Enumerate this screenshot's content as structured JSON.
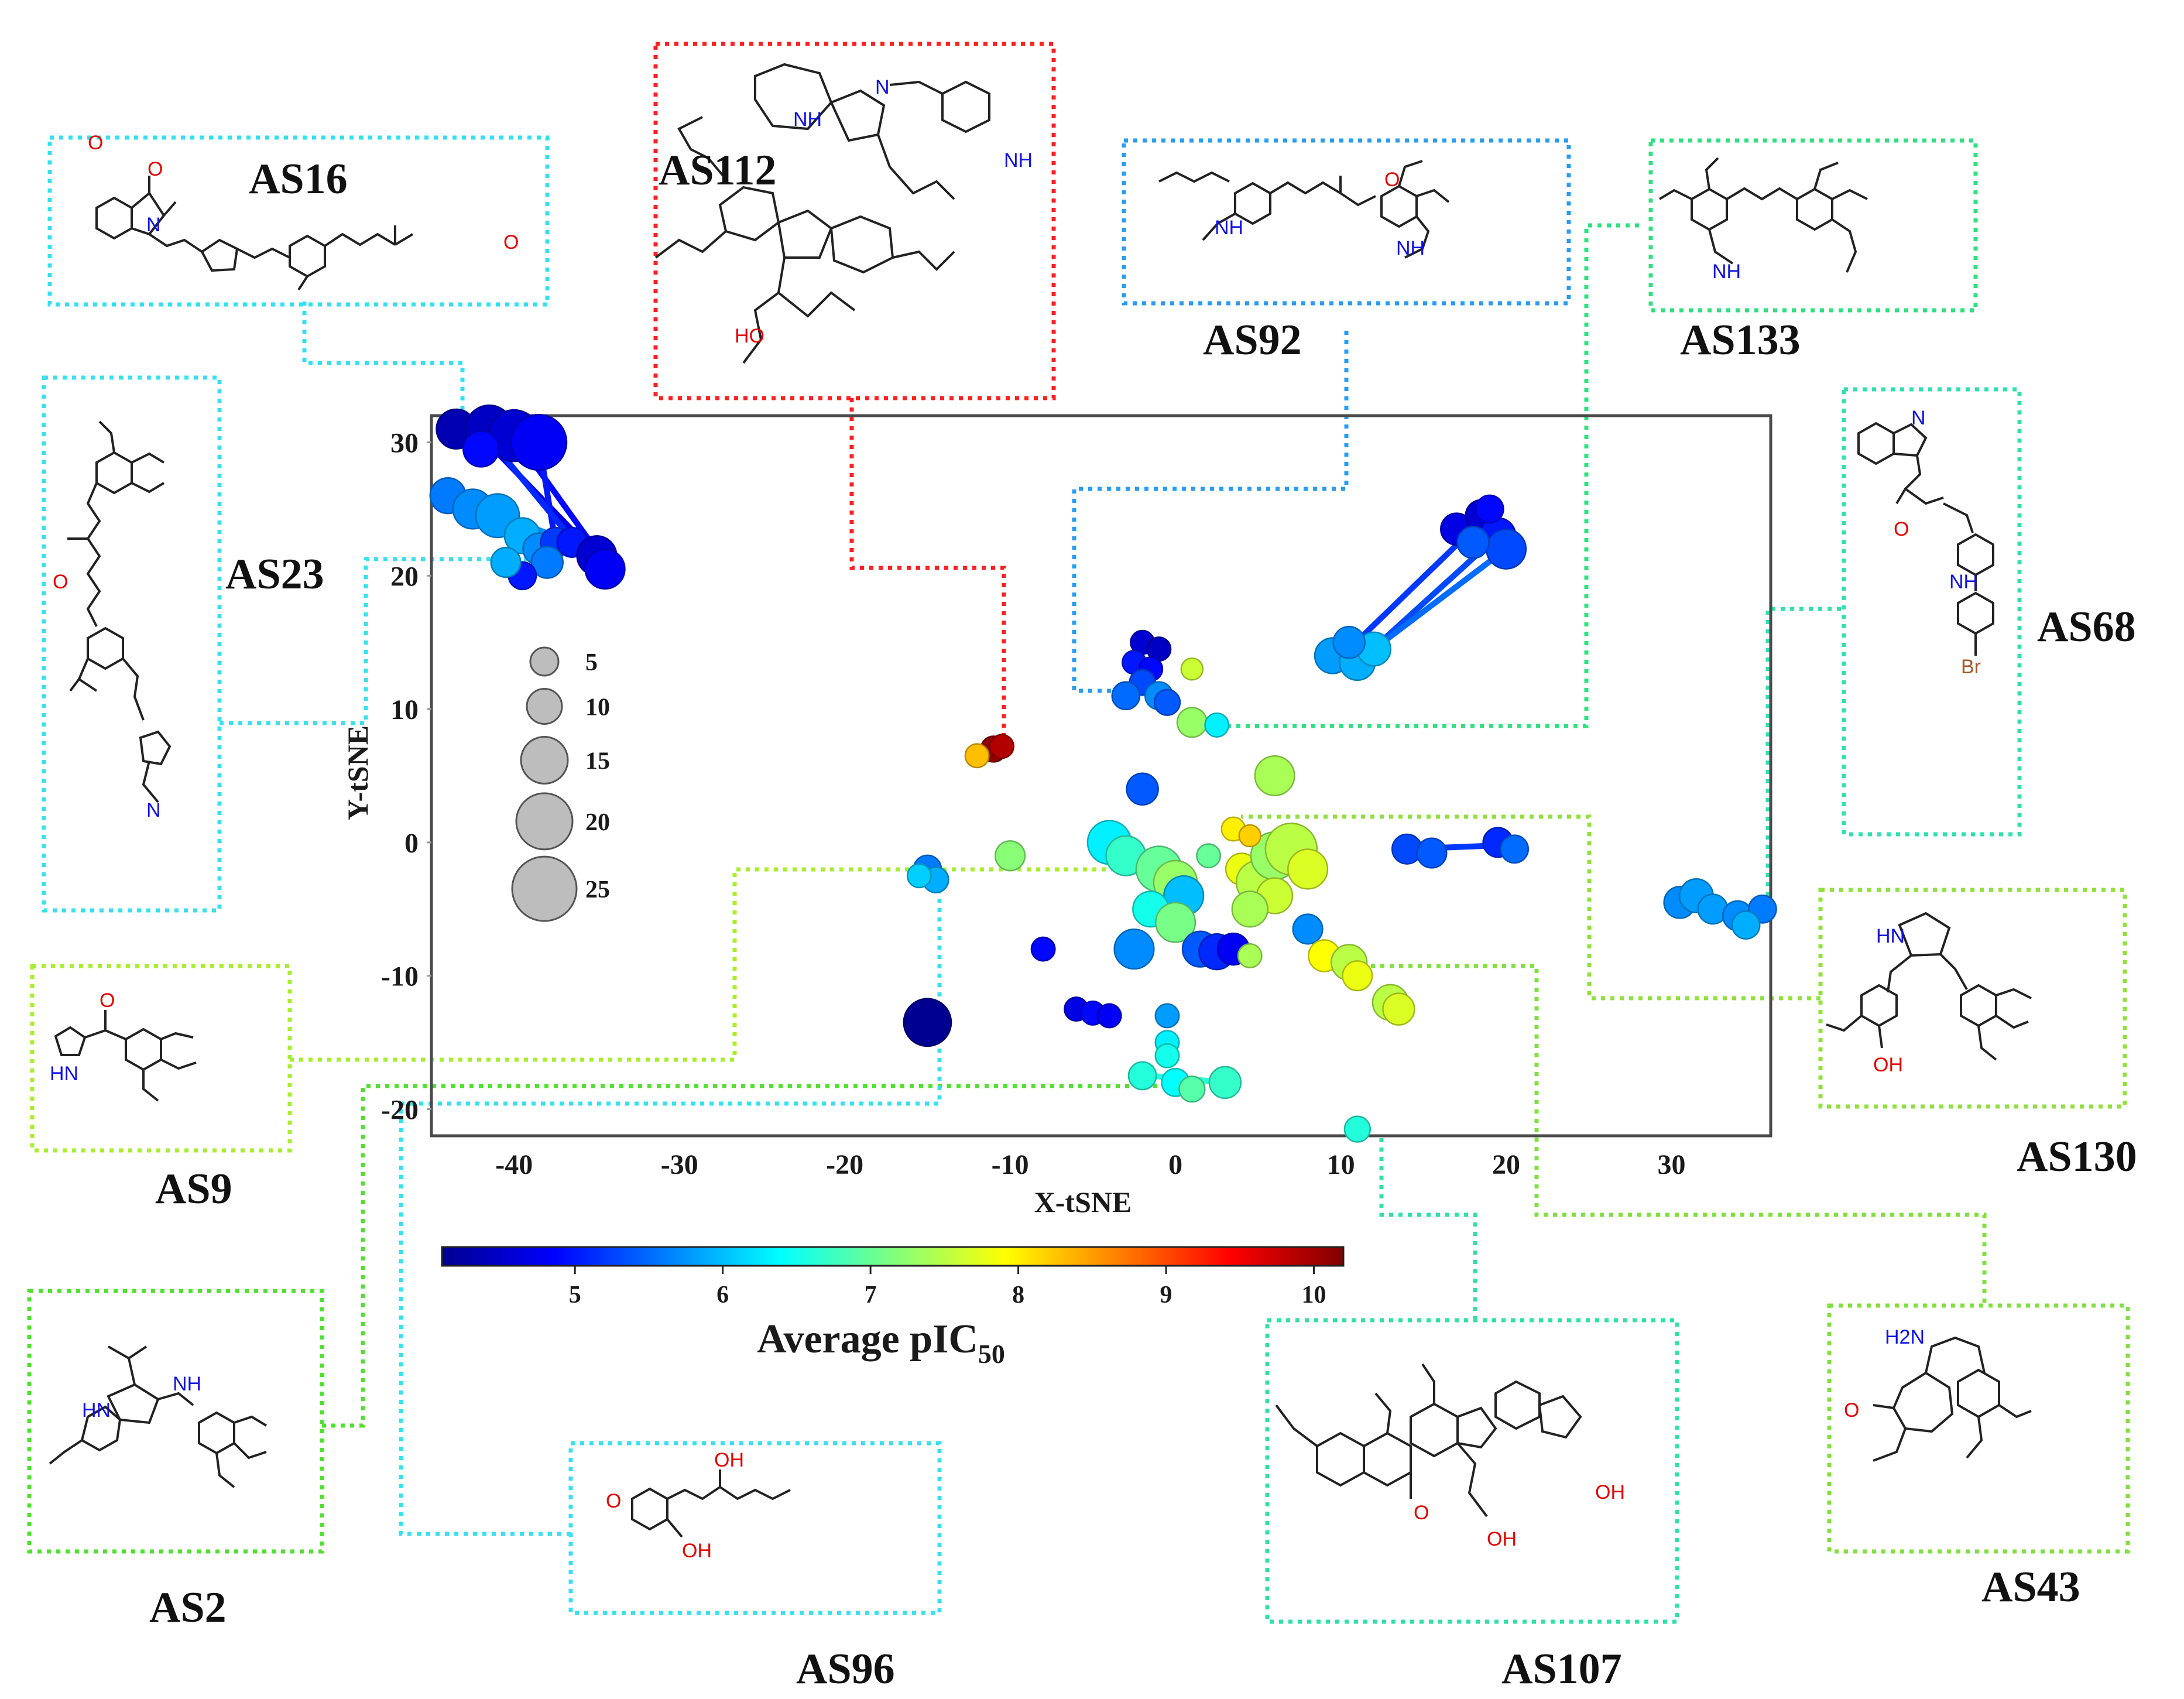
{
  "chart_data": {
    "type": "scatter",
    "xlabel": "X-tSNE",
    "ylabel": "Y-tSNE",
    "xlim": [
      -45,
      36
    ],
    "ylim": [
      -22,
      32
    ],
    "x_ticks": [
      -40,
      -30,
      -20,
      -10,
      0,
      10,
      20,
      30
    ],
    "y_ticks": [
      30,
      20,
      10,
      0,
      -10,
      -20
    ],
    "size_legend": {
      "values": [
        5,
        10,
        15,
        20,
        25
      ]
    },
    "colorbar": {
      "label": "Average pIC",
      "label_sub": "50",
      "range": [
        4.1,
        10.2
      ],
      "ticks": [
        5,
        6,
        7,
        8,
        9,
        10
      ],
      "colormap": "jet"
    },
    "points": [
      {
        "x": -43.5,
        "y": 31,
        "s": 14,
        "c": 4.4
      },
      {
        "x": -41.5,
        "y": 31,
        "s": 18,
        "c": 4.5
      },
      {
        "x": -40,
        "y": 30.5,
        "s": 20,
        "c": 4.6
      },
      {
        "x": -38.5,
        "y": 30,
        "s": 22,
        "c": 4.8
      },
      {
        "x": -42,
        "y": 29.5,
        "s": 12,
        "c": 4.9
      },
      {
        "x": -44,
        "y": 26,
        "s": 12,
        "c": 5.6
      },
      {
        "x": -42.5,
        "y": 25,
        "s": 14,
        "c": 5.7
      },
      {
        "x": -41,
        "y": 24.5,
        "s": 16,
        "c": 5.8
      },
      {
        "x": -39.5,
        "y": 23,
        "s": 12,
        "c": 5.9
      },
      {
        "x": -38.5,
        "y": 22,
        "s": 10,
        "c": 5.7
      },
      {
        "x": -37.5,
        "y": 22.5,
        "s": 9,
        "c": 5.2
      },
      {
        "x": -36.5,
        "y": 22.5,
        "s": 9,
        "c": 5.0
      },
      {
        "x": -35,
        "y": 21.5,
        "s": 14,
        "c": 4.6
      },
      {
        "x": -34.5,
        "y": 20.5,
        "s": 14,
        "c": 4.8
      },
      {
        "x": -38,
        "y": 21,
        "s": 10,
        "c": 5.6
      },
      {
        "x": -39.5,
        "y": 20,
        "s": 8,
        "c": 5.0
      },
      {
        "x": -40.5,
        "y": 21,
        "s": 9,
        "c": 5.9
      },
      {
        "x": -11,
        "y": 7,
        "s": 7,
        "c": 10.1
      },
      {
        "x": -10.5,
        "y": 7.2,
        "s": 6,
        "c": 9.9
      },
      {
        "x": -12,
        "y": 6.5,
        "s": 6,
        "c": 8.3
      },
      {
        "x": -2,
        "y": 15,
        "s": 6,
        "c": 4.6
      },
      {
        "x": -1,
        "y": 14.5,
        "s": 6,
        "c": 4.5
      },
      {
        "x": -2.5,
        "y": 13.5,
        "s": 6,
        "c": 5.0
      },
      {
        "x": -1.5,
        "y": 13,
        "s": 6,
        "c": 4.9
      },
      {
        "x": -2,
        "y": 12,
        "s": 7,
        "c": 5.3
      },
      {
        "x": -3,
        "y": 11,
        "s": 8,
        "c": 5.5
      },
      {
        "x": -1,
        "y": 11,
        "s": 8,
        "c": 5.7
      },
      {
        "x": -0.5,
        "y": 10.5,
        "s": 7,
        "c": 5.4
      },
      {
        "x": 1,
        "y": 13,
        "s": 5,
        "c": 7.6
      },
      {
        "x": 1,
        "y": 9,
        "s": 9,
        "c": 7.3
      },
      {
        "x": 2.5,
        "y": 8.8,
        "s": 6,
        "c": 6.3
      },
      {
        "x": -2,
        "y": 4,
        "s": 10,
        "c": 5.4
      },
      {
        "x": 6,
        "y": 5,
        "s": 14,
        "c": 7.4
      },
      {
        "x": 9.5,
        "y": 14,
        "s": 12,
        "c": 5.8
      },
      {
        "x": 11,
        "y": 13.5,
        "s": 12,
        "c": 5.9
      },
      {
        "x": 12,
        "y": 14.5,
        "s": 11,
        "c": 6.0
      },
      {
        "x": 10.5,
        "y": 15,
        "s": 10,
        "c": 5.7
      },
      {
        "x": 17,
        "y": 23.5,
        "s": 10,
        "c": 4.7
      },
      {
        "x": 18.5,
        "y": 24.5,
        "s": 10,
        "c": 4.6
      },
      {
        "x": 19.5,
        "y": 23,
        "s": 12,
        "c": 5.0
      },
      {
        "x": 20,
        "y": 22,
        "s": 14,
        "c": 5.3
      },
      {
        "x": 18,
        "y": 22.5,
        "s": 10,
        "c": 5.4
      },
      {
        "x": 19,
        "y": 25,
        "s": 8,
        "c": 4.9
      },
      {
        "x": -15,
        "y": -2,
        "s": 8,
        "c": 5.6
      },
      {
        "x": -14.5,
        "y": -2.8,
        "s": 7,
        "c": 5.9
      },
      {
        "x": -15.5,
        "y": -2.5,
        "s": 6,
        "c": 6.1
      },
      {
        "x": -10,
        "y": -1,
        "s": 9,
        "c": 7.2
      },
      {
        "x": -4,
        "y": 0,
        "s": 16,
        "c": 6.3
      },
      {
        "x": -3,
        "y": -1,
        "s": 14,
        "c": 6.7
      },
      {
        "x": -1,
        "y": -2,
        "s": 17,
        "c": 7.0
      },
      {
        "x": 0,
        "y": -3,
        "s": 16,
        "c": 7.3
      },
      {
        "x": 0.5,
        "y": -4,
        "s": 14,
        "c": 6.0
      },
      {
        "x": 2,
        "y": -1,
        "s": 6,
        "c": 7.0
      },
      {
        "x": -1.5,
        "y": -5,
        "s": 12,
        "c": 6.5
      },
      {
        "x": 0,
        "y": -6,
        "s": 14,
        "c": 7.1
      },
      {
        "x": 4,
        "y": -2,
        "s": 10,
        "c": 7.8
      },
      {
        "x": 5,
        "y": -3,
        "s": 16,
        "c": 7.5
      },
      {
        "x": 6,
        "y": -1,
        "s": 18,
        "c": 7.3
      },
      {
        "x": 7,
        "y": -0.5,
        "s": 20,
        "c": 7.5
      },
      {
        "x": 8,
        "y": -2,
        "s": 14,
        "c": 7.7
      },
      {
        "x": 6,
        "y": -4,
        "s": 12,
        "c": 7.6
      },
      {
        "x": 4.5,
        "y": -5,
        "s": 12,
        "c": 7.4
      },
      {
        "x": 3.5,
        "y": 1,
        "s": 6,
        "c": 8.0
      },
      {
        "x": 4.5,
        "y": 0.5,
        "s": 5,
        "c": 8.2
      },
      {
        "x": -2.5,
        "y": -8,
        "s": 14,
        "c": 5.7
      },
      {
        "x": 1.5,
        "y": -8,
        "s": 12,
        "c": 5.4
      },
      {
        "x": 2.5,
        "y": -8.2,
        "s": 12,
        "c": 5.1
      },
      {
        "x": 3.5,
        "y": -8,
        "s": 10,
        "c": 4.8
      },
      {
        "x": 4.5,
        "y": -8.5,
        "s": 6,
        "c": 7.4
      },
      {
        "x": -8,
        "y": -8,
        "s": 6,
        "c": 4.9
      },
      {
        "x": 8,
        "y": -6.5,
        "s": 9,
        "c": 5.7
      },
      {
        "x": 9,
        "y": -8.5,
        "s": 10,
        "c": 7.9
      },
      {
        "x": 10.5,
        "y": -9,
        "s": 12,
        "c": 7.5
      },
      {
        "x": 11,
        "y": -10,
        "s": 9,
        "c": 7.8
      },
      {
        "x": 13,
        "y": -12,
        "s": 12,
        "c": 7.5
      },
      {
        "x": 13.5,
        "y": -12.5,
        "s": 10,
        "c": 7.7
      },
      {
        "x": -6,
        "y": -12.5,
        "s": 6,
        "c": 4.7
      },
      {
        "x": -5,
        "y": -12.8,
        "s": 6,
        "c": 4.9
      },
      {
        "x": -4,
        "y": -13,
        "s": 6,
        "c": 4.8
      },
      {
        "x": -15,
        "y": -13.5,
        "s": 18,
        "c": 4.2
      },
      {
        "x": -0.5,
        "y": -13,
        "s": 6,
        "c": 5.8
      },
      {
        "x": -0.5,
        "y": -15,
        "s": 6,
        "c": 6.3
      },
      {
        "x": -0.5,
        "y": -16,
        "s": 6,
        "c": 6.5
      },
      {
        "x": -2,
        "y": -17.5,
        "s": 8,
        "c": 6.6
      },
      {
        "x": 0,
        "y": -18,
        "s": 8,
        "c": 6.4
      },
      {
        "x": 3,
        "y": -18,
        "s": 10,
        "c": 6.7
      },
      {
        "x": 1,
        "y": -18.5,
        "s": 7,
        "c": 6.9
      },
      {
        "x": 11,
        "y": -21.5,
        "s": 7,
        "c": 6.6
      },
      {
        "x": 14,
        "y": -0.5,
        "s": 9,
        "c": 5.3
      },
      {
        "x": 15.5,
        "y": -0.8,
        "s": 9,
        "c": 5.4
      },
      {
        "x": 19.5,
        "y": 0,
        "s": 9,
        "c": 5.1
      },
      {
        "x": 20.5,
        "y": -0.5,
        "s": 8,
        "c": 5.5
      },
      {
        "x": 30.5,
        "y": -4.5,
        "s": 10,
        "c": 5.7
      },
      {
        "x": 31.5,
        "y": -4,
        "s": 11,
        "c": 5.8
      },
      {
        "x": 32.5,
        "y": -5,
        "s": 9,
        "c": 5.8
      },
      {
        "x": 34,
        "y": -5.5,
        "s": 9,
        "c": 5.7
      },
      {
        "x": 35.5,
        "y": -5,
        "s": 8,
        "c": 5.6
      },
      {
        "x": 34.5,
        "y": -6.2,
        "s": 8,
        "c": 5.9
      }
    ],
    "links": [
      {
        "x1": -42,
        "y1": 30.5,
        "x2": -35,
        "y2": 21.5,
        "c": 4.7
      },
      {
        "x1": -40,
        "y1": 30.5,
        "x2": -34.5,
        "y2": 21,
        "c": 4.9
      },
      {
        "x1": -38.5,
        "y1": 30,
        "x2": -37.5,
        "y2": 22.5,
        "c": 5.0
      },
      {
        "x1": -43,
        "y1": 25.5,
        "x2": -36.5,
        "y2": 22.5,
        "c": 5.7
      },
      {
        "x1": -42,
        "y1": 25,
        "x2": -39,
        "y2": 21.5,
        "c": 5.6
      },
      {
        "x1": -41,
        "y1": 29.5,
        "x2": -36,
        "y2": 22,
        "c": 5.1
      },
      {
        "x1": 10.5,
        "y1": 14.5,
        "x2": 18,
        "y2": 23.5,
        "c": 5.2
      },
      {
        "x1": 11.5,
        "y1": 14,
        "x2": 19.5,
        "y2": 23,
        "c": 5.3
      },
      {
        "x1": 12,
        "y1": 14.5,
        "x2": 20,
        "y2": 22,
        "c": 5.5
      },
      {
        "x1": -2.5,
        "y1": 13,
        "x2": -1,
        "y2": 11,
        "c": 5.3
      },
      {
        "x1": 14,
        "y1": -0.5,
        "x2": 20,
        "y2": -0.2,
        "c": 5.2
      },
      {
        "x1": 31,
        "y1": -4.5,
        "x2": 35,
        "y2": -5.5,
        "c": 5.7
      },
      {
        "x1": -1.5,
        "y1": -17.5,
        "x2": 3,
        "y2": -18,
        "c": 6.6
      }
    ]
  },
  "compounds": [
    {
      "label": "AS16",
      "frame_color": "#33e0f0"
    },
    {
      "label": "AS112",
      "frame_color": "#ff2020"
    },
    {
      "label": "AS92",
      "frame_color": "#2a9cf0"
    },
    {
      "label": "AS133",
      "frame_color": "#30e080"
    },
    {
      "label": "AS23",
      "frame_color": "#38e0f0"
    },
    {
      "label": "AS68",
      "frame_color": "#30e0b0"
    },
    {
      "label": "AS9",
      "frame_color": "#a8ee30"
    },
    {
      "label": "AS130",
      "frame_color": "#90e040"
    },
    {
      "label": "AS2",
      "frame_color": "#50e030"
    },
    {
      "label": "AS96",
      "frame_color": "#38e0f0"
    },
    {
      "label": "AS107",
      "frame_color": "#30e0a8"
    },
    {
      "label": "AS43",
      "frame_color": "#80e040"
    }
  ],
  "atoms": [
    "O",
    "N",
    "NH",
    "HN",
    "HO",
    "OH",
    "Br",
    "H2N"
  ]
}
